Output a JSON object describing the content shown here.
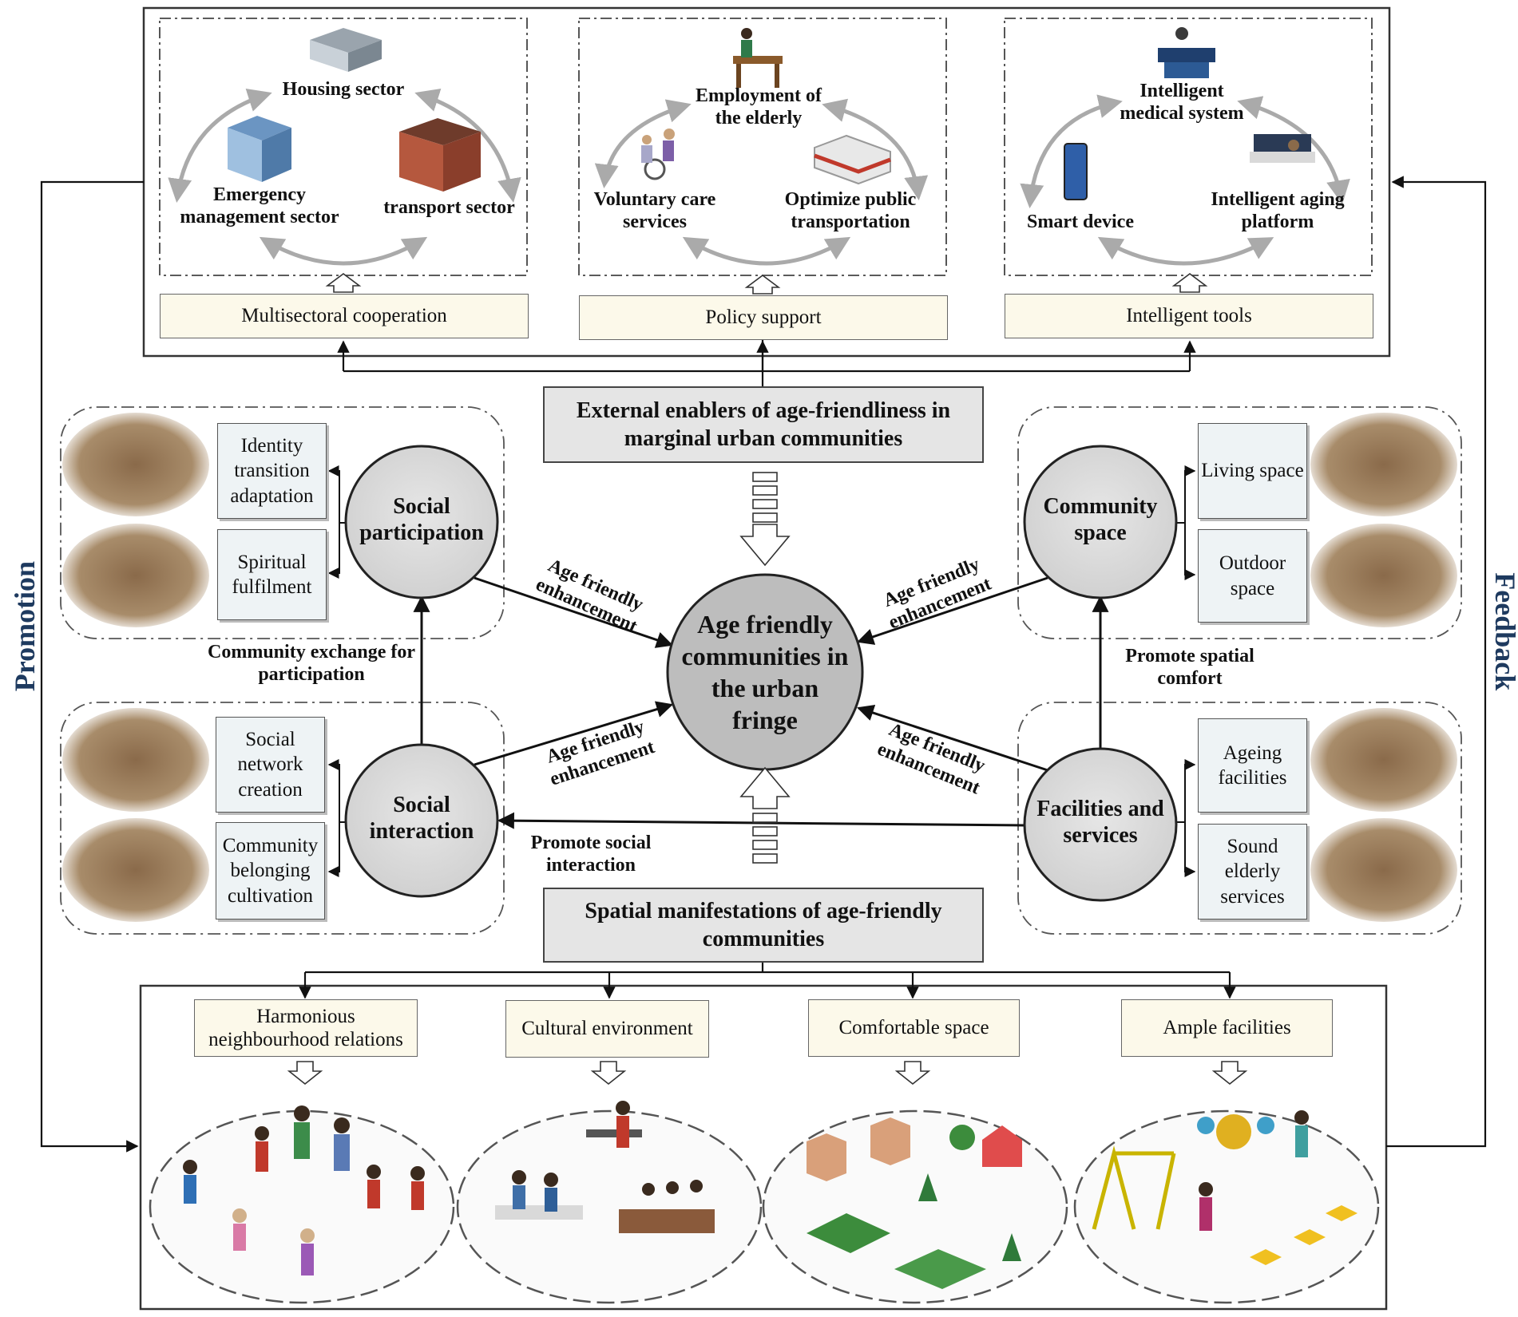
{
  "side_labels": {
    "left": "Promotion",
    "right": "Feedback"
  },
  "top_panel": {
    "groups": [
      {
        "box": "Multisectoral cooperation",
        "nodes": {
          "top": "Housing sector",
          "left": "Emergency management  sector",
          "right": "transport sector"
        }
      },
      {
        "box": "Policy support",
        "nodes": {
          "top": "Employment of the elderly",
          "left": "Voluntary care services",
          "right": "Optimize public transportation"
        }
      },
      {
        "box": "Intelligent tools",
        "nodes": {
          "top": "Intelligent medical system",
          "left": "Smart device",
          "right": "Intelligent aging platform"
        }
      }
    ]
  },
  "external_box": "External enablers of age-friendliness in marginal urban communities",
  "spatial_box": "Spatial manifestations of age-friendly communities",
  "center": "Age friendly communities in the urban fringe",
  "circles": {
    "social_participation": "Social participation",
    "social_interaction": "Social interaction",
    "community_space": "Community space",
    "facilities_services": "Facilities and services"
  },
  "sub_boxes": {
    "social_participation": [
      "Identity transition adaptation",
      "Spiritual fulfilment"
    ],
    "social_interaction": [
      "Social network creation",
      "Community belonging cultivation"
    ],
    "community_space": [
      "Living space",
      "Outdoor space"
    ],
    "facilities_services": [
      "Ageing facilities",
      "Sound elderly services"
    ]
  },
  "edge_labels": {
    "enhancement": "Age friendly enhancement",
    "community_exchange": "Community exchange for participation",
    "promote_spatial": "Promote spatial comfort",
    "promote_social": "Promote social interaction"
  },
  "bottom_panel": {
    "boxes": [
      "Harmonious neighbourhood relations",
      "Cultural environment",
      "Comfortable space",
      "Ample facilities"
    ]
  },
  "colors": {
    "circle_fill": "#d4d4d4",
    "center_fill": "#bdbdbd",
    "cream_box": "#fcf9ea",
    "sub_box": "#eef3f5",
    "grey_box": "#e5e5e5",
    "side_label": "#1e3a5f"
  }
}
